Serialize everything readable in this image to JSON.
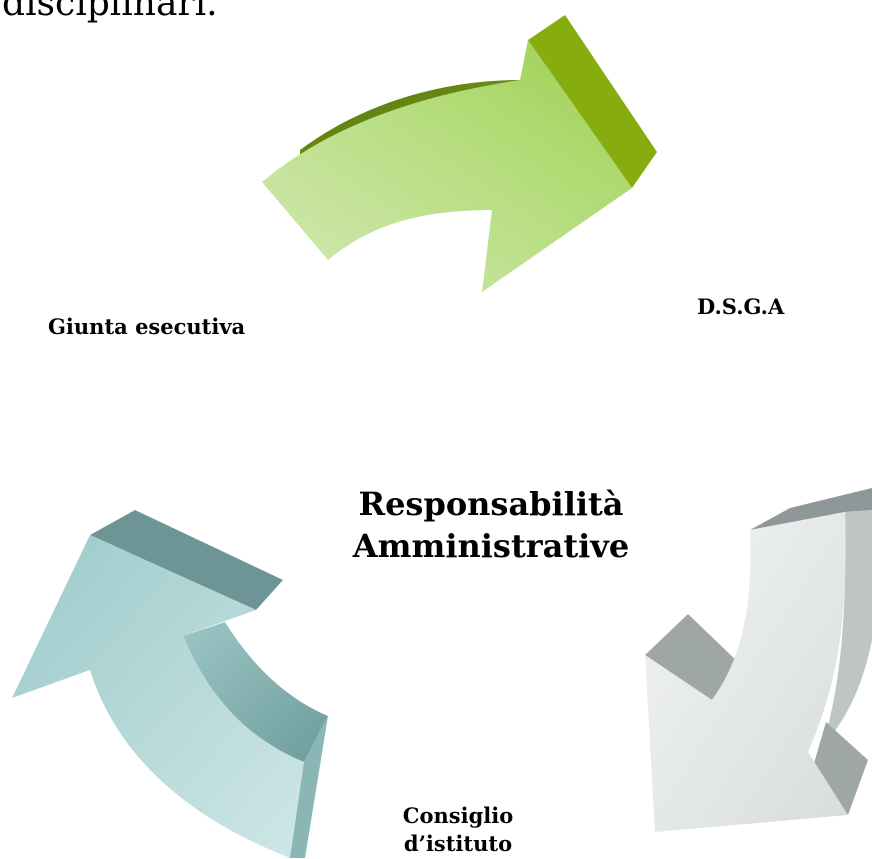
{
  "page": {
    "top_text": "disciplinari."
  },
  "diagram": {
    "title_line1": "Responsabilità",
    "title_line2": "Amministrative",
    "nodes": [
      {
        "label": "Giunta esecutiva"
      },
      {
        "label": "D.S.G.A"
      },
      {
        "label": "Consiglio d’istituto"
      }
    ],
    "colors": {
      "green_light": "#cde6ad",
      "green_main": "#9ccf4f",
      "green_dark": "#6f8f12",
      "teal_light": "#cfe6e6",
      "teal_main": "#8dbcbc",
      "teal_dark": "#5f8b8b",
      "gray_light": "#f2f4f4",
      "gray_main": "#c9cece",
      "gray_dark": "#8d9595"
    }
  }
}
